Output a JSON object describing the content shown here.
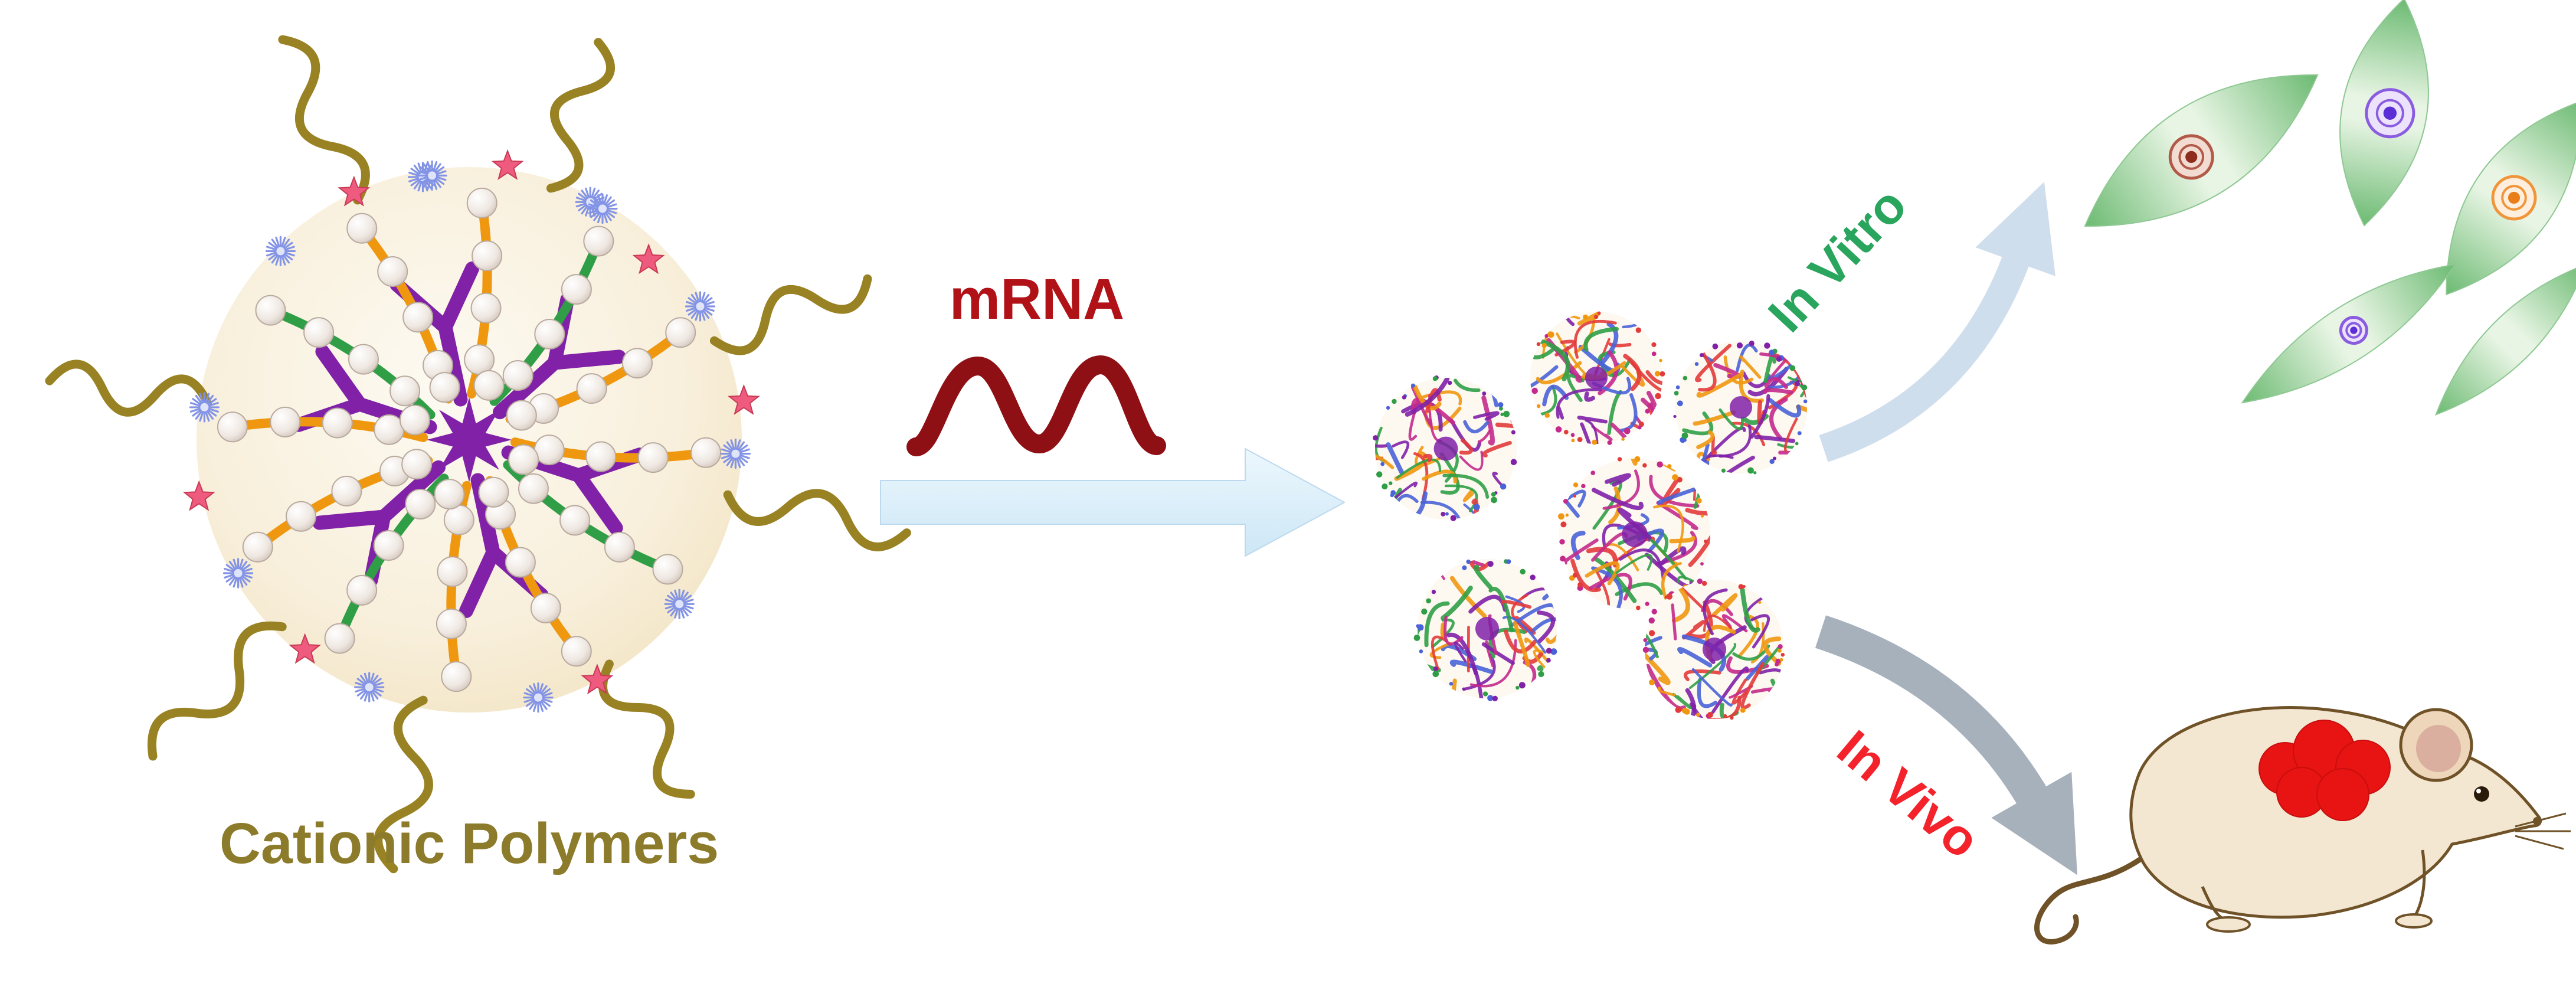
{
  "labels": {
    "cationic_polymers": "Cationic Polymers",
    "mrna": "mRNA",
    "in_vitro": "In Vitro",
    "in_vivo": "In Vivo"
  },
  "colors": {
    "cationic_label": "#8c7b2a",
    "mrna_label": "#b01217",
    "in_vitro_label": "#2aa55e",
    "in_vivo_label": "#f3222b",
    "mrna_wave": "#8e1014",
    "flow_arrow_fill": "#d7ecf9",
    "in_vitro_arrow": "#cfdeed",
    "in_vivo_arrow": "#a7b1bc",
    "polymer_orange": "#ef980f",
    "polymer_green": "#2f9e46",
    "polymer_purple": "#8021a8",
    "polymer_tail_olive": "#998223",
    "bead_stroke": "#b9aa9e",
    "star_blue": "#8394e6",
    "star_pink": "#ee5b7e",
    "micelle_background": "#f7ecd4",
    "cell_green": "#6cba72",
    "mouse_body": "#f3e7d2",
    "mouse_outline": "#6f5227",
    "tumor_red": "#e81313",
    "particle_palette": [
      "#8021a8",
      "#ef980f",
      "#2f9e46",
      "#e23b3b",
      "#4a63d8",
      "#c42a8c"
    ]
  }
}
